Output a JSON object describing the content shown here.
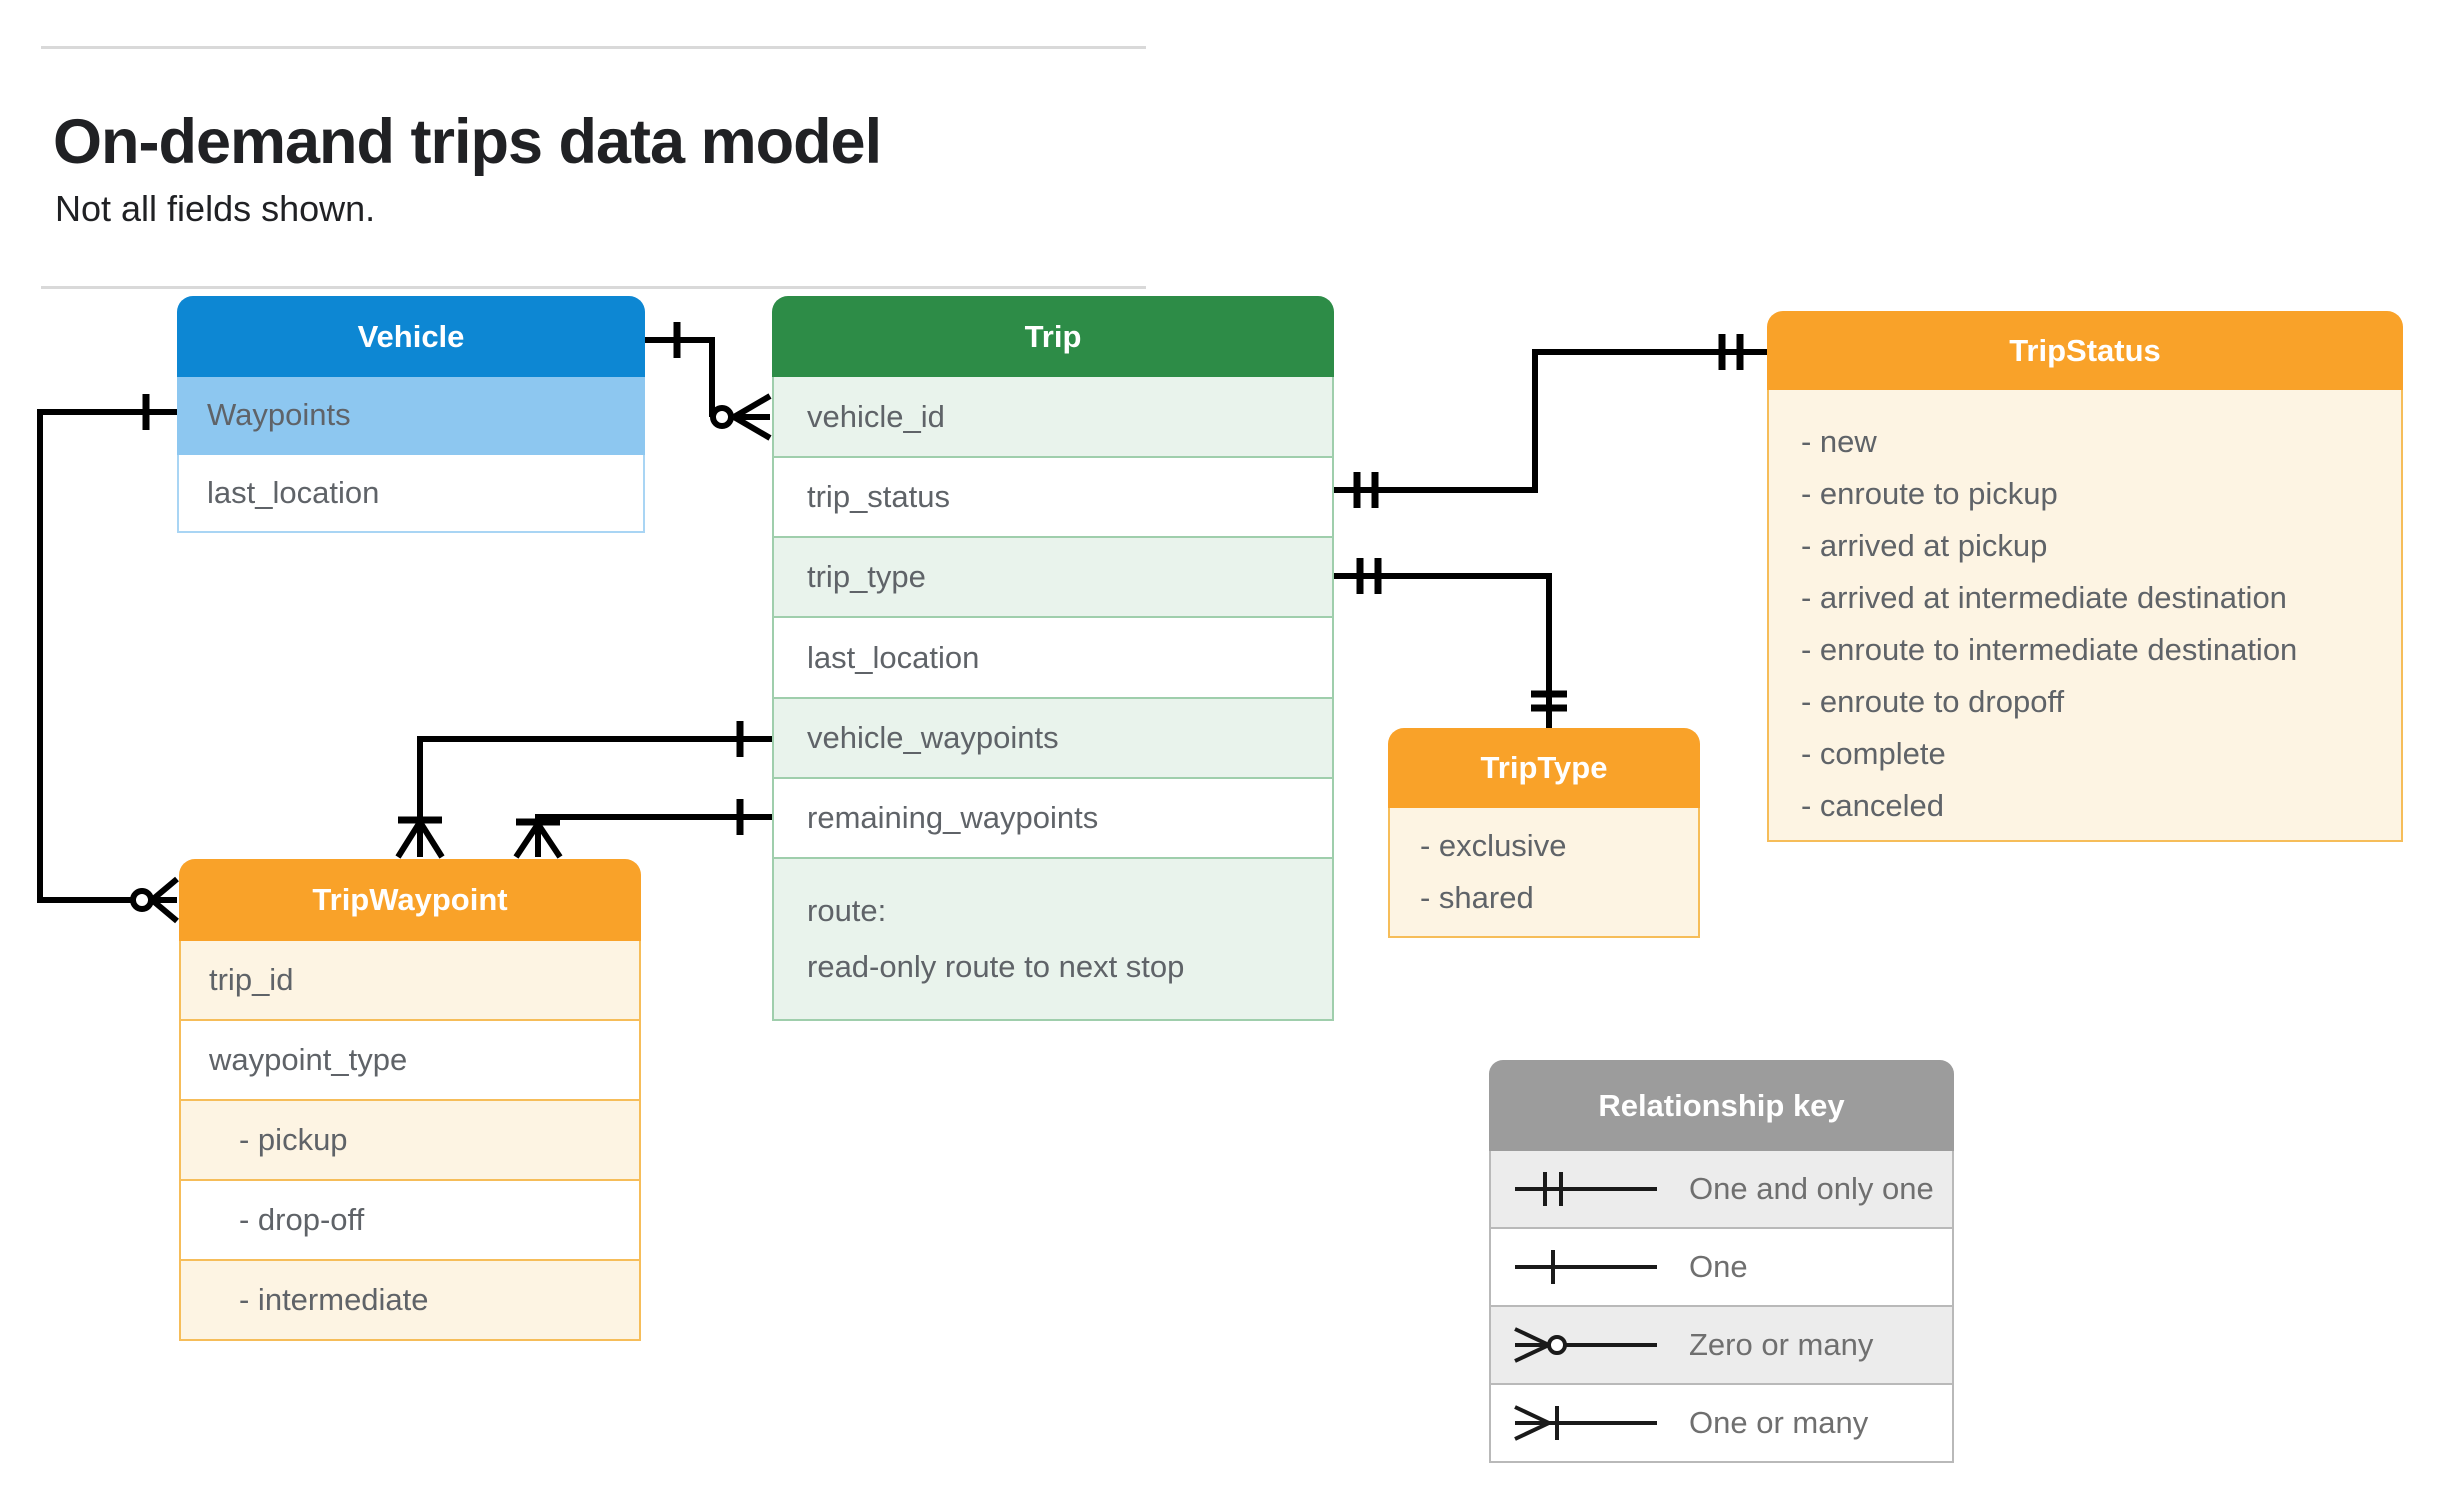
{
  "page": {
    "title": "On-demand trips data model",
    "subtitle": "Not all fields shown."
  },
  "entities": {
    "vehicle": {
      "title": "Vehicle",
      "fields": [
        {
          "label": "Waypoints"
        },
        {
          "label": "last_location"
        }
      ]
    },
    "trip": {
      "title": "Trip",
      "fields": [
        {
          "label": "vehicle_id"
        },
        {
          "label": "trip_status"
        },
        {
          "label": "trip_type"
        },
        {
          "label": "last_location"
        },
        {
          "label": "vehicle_waypoints"
        },
        {
          "label": "remaining_waypoints"
        },
        {
          "label": "route:",
          "label2": "read-only route to next stop"
        }
      ]
    },
    "trip_status": {
      "title": "TripStatus",
      "values": [
        "- new",
        "- enroute to pickup",
        "- arrived at pickup",
        "- arrived at intermediate destination",
        "- enroute to intermediate destination",
        "- enroute to dropoff",
        "- complete",
        "- canceled"
      ]
    },
    "trip_type": {
      "title": "TripType",
      "values": [
        "- exclusive",
        "- shared"
      ]
    },
    "trip_waypoint": {
      "title": "TripWaypoint",
      "fields": [
        {
          "label": "trip_id"
        },
        {
          "label": "waypoint_type"
        },
        {
          "label": "- pickup"
        },
        {
          "label": "- drop-off"
        },
        {
          "label": "- intermediate"
        }
      ]
    }
  },
  "relationships": [
    {
      "from": "Vehicle",
      "to": "Trip.vehicle_id",
      "from_cardinality": "one",
      "to_cardinality": "zero-or-many"
    },
    {
      "from": "Vehicle.Waypoints",
      "to": "TripWaypoint",
      "from_cardinality": "one",
      "to_cardinality": "zero-or-many"
    },
    {
      "from": "Trip.trip_status",
      "to": "TripStatus",
      "from_cardinality": "one-and-only-one",
      "to_cardinality": "one-and-only-one"
    },
    {
      "from": "Trip.trip_type",
      "to": "TripType",
      "from_cardinality": "one-and-only-one",
      "to_cardinality": "one-and-only-one"
    },
    {
      "from": "Trip.vehicle_waypoints",
      "to": "TripWaypoint",
      "from_cardinality": "one",
      "to_cardinality": "one-or-many"
    },
    {
      "from": "Trip.remaining_waypoints",
      "to": "TripWaypoint",
      "from_cardinality": "one",
      "to_cardinality": "one-or-many"
    }
  ],
  "legend": {
    "title": "Relationship key",
    "items": [
      {
        "symbol": "one-and-only-one",
        "label": "One and only one"
      },
      {
        "symbol": "one",
        "label": "One"
      },
      {
        "symbol": "zero-or-many",
        "label": "Zero or many"
      },
      {
        "symbol": "one-or-many",
        "label": "One or many"
      }
    ]
  },
  "colors": {
    "vehicle_header": "#0d87d3",
    "vehicle_row": "#8dc7f0",
    "vehicle_border": "#a9d5f4",
    "trip_header": "#2d8c47",
    "trip_row": "#e9f3ec",
    "trip_border": "#9fceac",
    "enum_header": "#f9a229",
    "enum_row": "#fdf4e3",
    "enum_border": "#f6bd59",
    "key_header": "#9c9c9c",
    "key_row": "#ececec",
    "key_border": "#b9b9b9",
    "line": "#000000",
    "row_text": "#5f6368",
    "title_text": "#202124"
  }
}
